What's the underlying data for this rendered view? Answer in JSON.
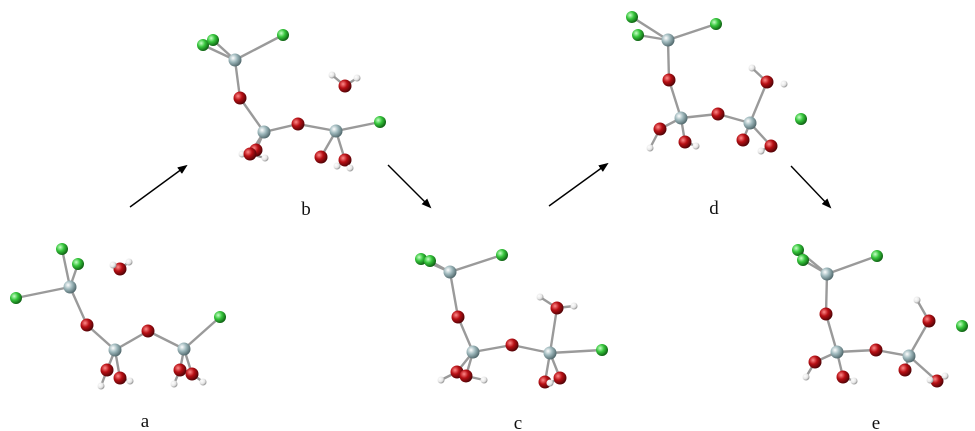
{
  "figure": {
    "panels": [
      {
        "id": "a",
        "label": "a"
      },
      {
        "id": "b",
        "label": "b"
      },
      {
        "id": "c",
        "label": "c"
      },
      {
        "id": "d",
        "label": "d"
      },
      {
        "id": "e",
        "label": "e"
      }
    ],
    "reaction_arrows": [
      {
        "from": "a",
        "to": "b"
      },
      {
        "from": "b",
        "to": "c"
      },
      {
        "from": "c",
        "to": "d"
      },
      {
        "from": "d",
        "to": "e"
      }
    ],
    "atom_colors": {
      "Si": "#9fb9bd",
      "O": "#b80f14",
      "Cl": "#36c63c",
      "H": "#e6e6e6",
      "bond": "#9a9a9a"
    }
  }
}
